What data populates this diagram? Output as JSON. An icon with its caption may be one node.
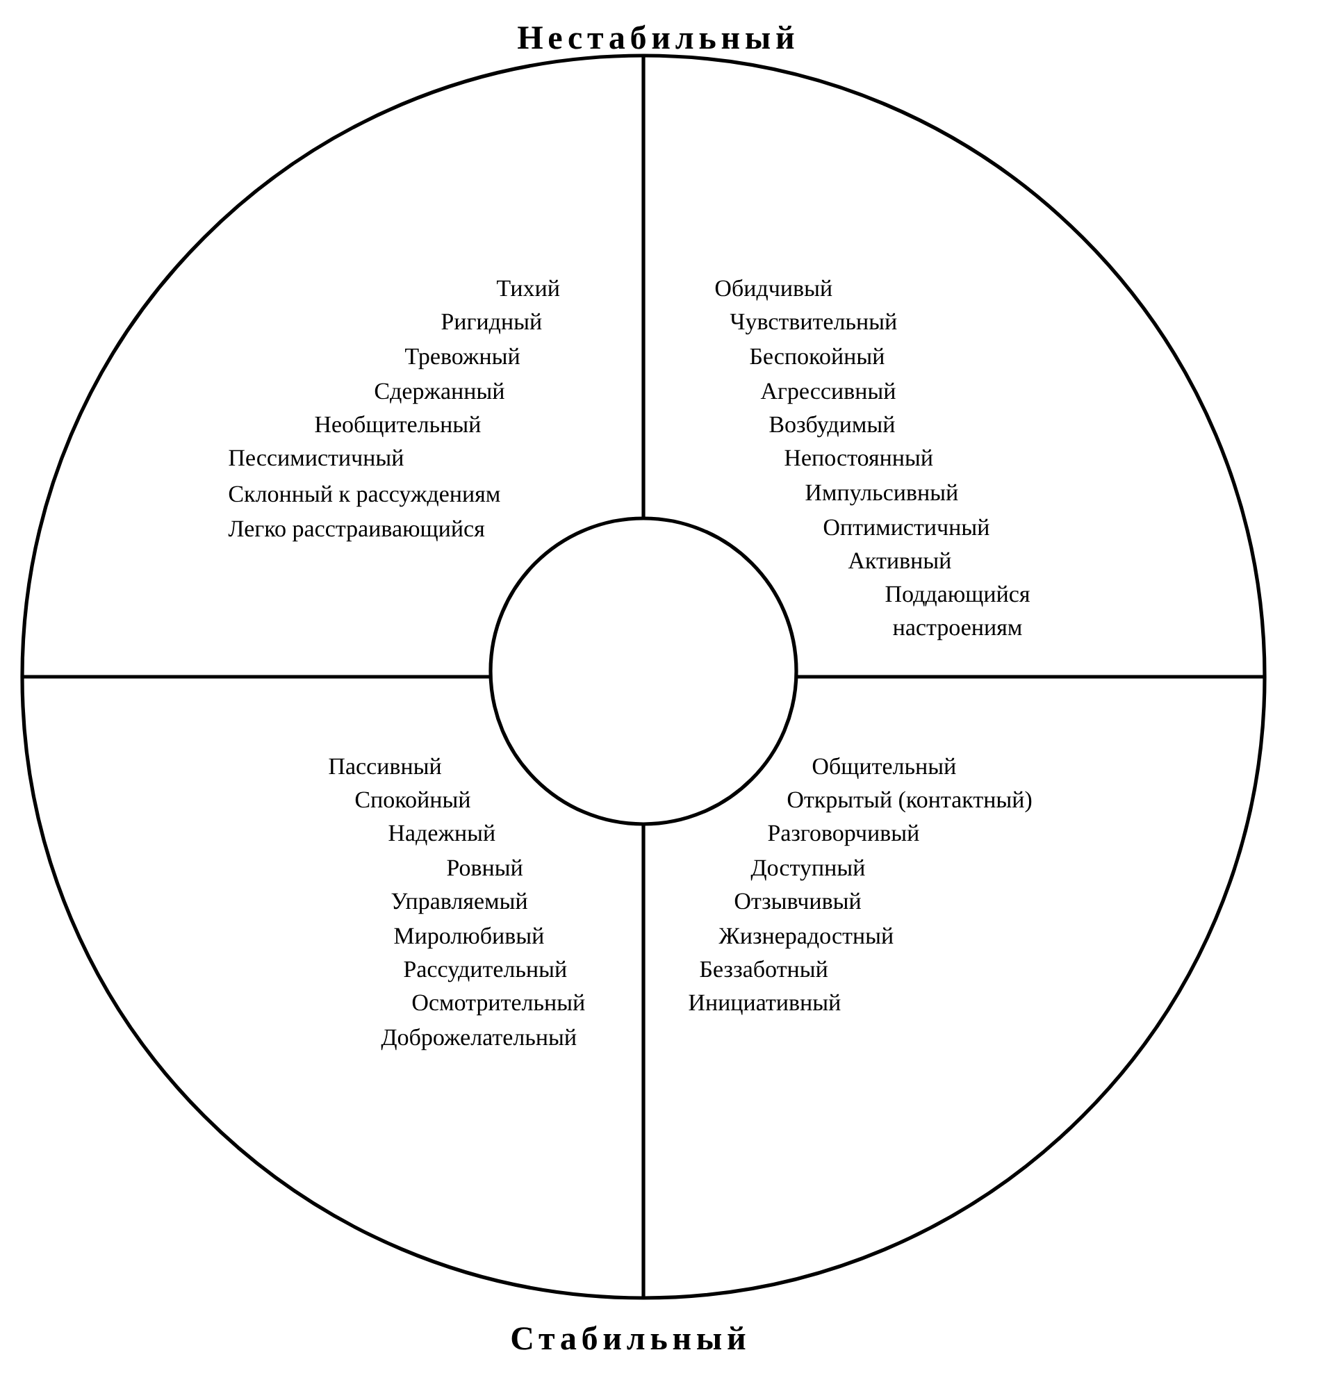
{
  "diagram": {
    "nodes": [
      {
        "text": [],
        "shape": "circle"
      }
    ],
    "labels": [
      "Нестабильный",
      "Тихий",
      "Ригидный",
      "Тревожный",
      "Сдержанный",
      "Необщительный",
      "Пессимистичный",
      "Склонный к рассуждениям",
      "Легко расстраивающийся",
      "Обидчивый",
      "Чувствительный",
      "Беспокойный",
      "Агрессивный",
      "Возбудимый",
      "Непостоянный",
      "Импульсивный",
      "Оптимистичный",
      "Активный",
      "Поддающийся настроениям",
      "Пассивный",
      "Спокойный",
      "Надежный",
      "Ровный",
      "Управляемый",
      "Миролюбивый",
      "Рассудительный",
      "Осмотрительный",
      "Доброжелательный",
      "Общительный",
      "Открытый (контактный)",
      "Разговорчивый",
      "Доступный",
      "Отзывчивый",
      "Жизнерадостный",
      "Беззаботный",
      "Инициативный",
      "Стабильный"
    ]
  }
}
